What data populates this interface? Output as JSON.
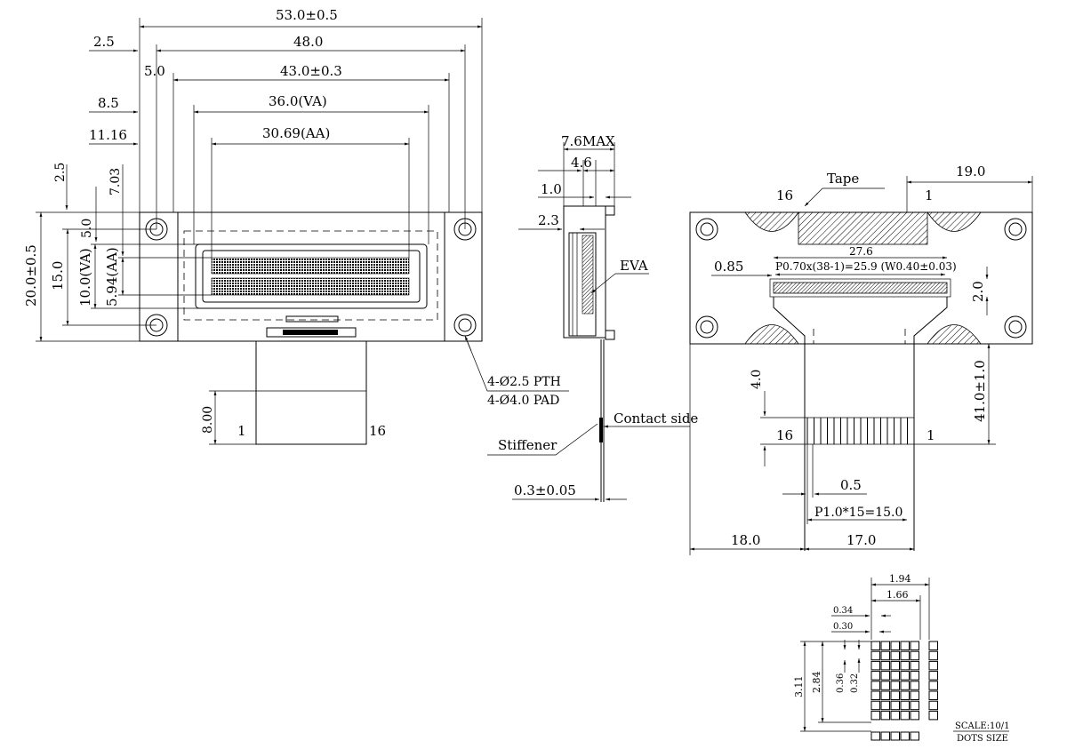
{
  "front_view": {
    "dim_overall_width": "53.0±0.5",
    "dim_hole_pitch": "48.0",
    "dim_window": "43.0±0.3",
    "dim_va_width": "36.0(VA)",
    "dim_aa_width": "30.69(AA)",
    "dim_left_2_5": "2.5",
    "dim_left_5_0": "5.0",
    "dim_left_8_5": "8.5",
    "dim_left_11_16": "11.16",
    "dim_top_2_5": "2.5",
    "dim_top_7_03": "7.03",
    "dim_top_5_0": "5.0",
    "dim_overall_height": "20.0±0.5",
    "dim_hole_height": "15.0",
    "dim_va_height": "10.0(VA)",
    "dim_aa_height": "5.94(AA)",
    "dim_fpc_8_00": "8.00",
    "fpc_pin_first": "1",
    "fpc_pin_last": "16",
    "hole_callout_line1": "4-Ø2.5 PTH",
    "hole_callout_line2": "4-Ø4.0 PAD",
    "char_rows": 2,
    "char_cols": 16
  },
  "side_view": {
    "dim_max_thickness": "7.6MAX",
    "dim_4_6": "4.6",
    "dim_1_0": "1.0",
    "dim_2_3": "2.3",
    "label_eva": "EVA",
    "label_contact_side": "Contact side",
    "label_stiffener": "Stiffener",
    "dim_fpc_thickness": "0.3±0.05"
  },
  "back_view": {
    "label_tape": "Tape",
    "pin_16": "16",
    "pin_1": "1",
    "dim_19_0": "19.0",
    "dim_27_6": "27.6",
    "dim_0_85": "0.85",
    "pitch_note": "P0.70x(38-1)=25.9 (W0.40±0.03)",
    "dim_2_0": "2.0",
    "dim_4_0": "4.0",
    "dim_41_0": "41.0±1.0",
    "fpc_pin_16": "16",
    "fpc_pin_1": "1",
    "dim_0_5": "0.5",
    "fpc_pitch": "P1.0*15=15.0",
    "dim_18_0": "18.0",
    "dim_17_0": "17.0"
  },
  "dot_detail": {
    "dim_1_94": "1.94",
    "dim_1_66": "1.66",
    "dim_0_34": "0.34",
    "dim_0_30": "0.30",
    "dim_3_11": "3.11",
    "dim_2_84": "2.84",
    "dim_0_36": "0.36",
    "dim_0_32": "0.32",
    "scale_label": "SCALE:10/1",
    "dots_size_label": "DOTS SIZE",
    "dot_cols": 5,
    "dot_rows": 8
  }
}
